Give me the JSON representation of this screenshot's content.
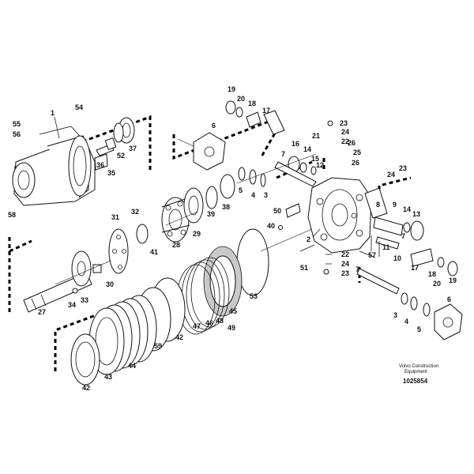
{
  "callouts": [
    "1",
    "2",
    "3",
    "4",
    "5",
    "6",
    "7",
    "8",
    "9",
    "10",
    "11",
    "12",
    "13",
    "14",
    "15",
    "16",
    "17",
    "18",
    "19",
    "20",
    "21",
    "22",
    "23",
    "24",
    "25",
    "26",
    "27",
    "28",
    "29",
    "30",
    "31",
    "32",
    "33",
    "34",
    "35",
    "36",
    "37",
    "38",
    "39",
    "40",
    "41",
    "42",
    "43",
    "44",
    "45",
    "46",
    "47",
    "48",
    "49",
    "50",
    "51",
    "52",
    "53",
    "54",
    "55",
    "56",
    "57",
    "58",
    "59"
  ],
  "legend": {
    "maker_line1": "Volvo Construction",
    "maker_line2": "Equipment",
    "drawing_number": "1025854"
  }
}
